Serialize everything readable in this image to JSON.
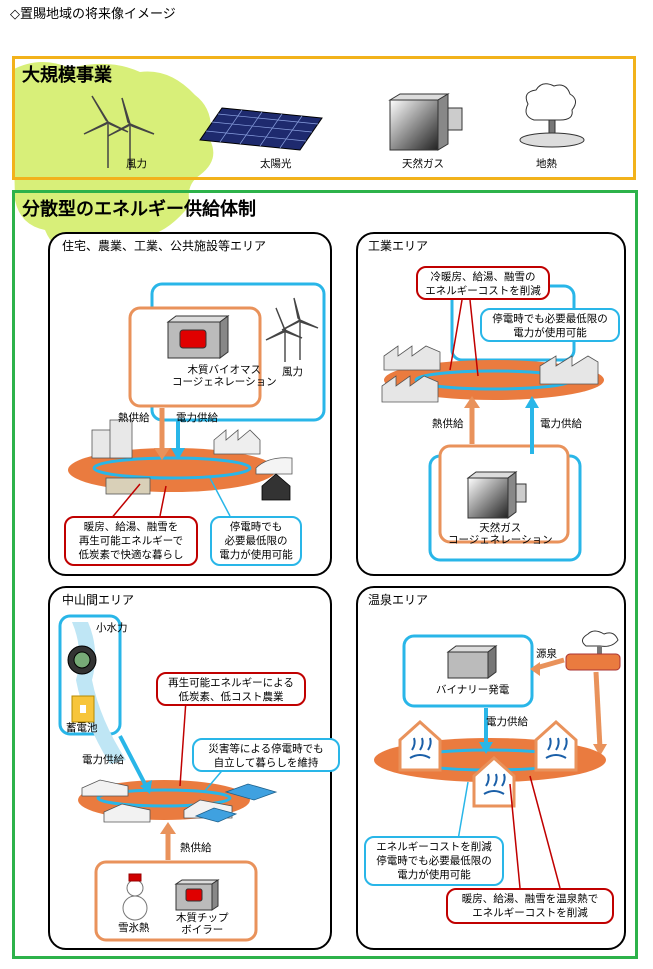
{
  "header": {
    "title": "◇置賜地域の将来像イメージ"
  },
  "large": {
    "heading": "大規模事業",
    "items": [
      "風力",
      "太陽光",
      "天然ガス",
      "地熱"
    ]
  },
  "dist": {
    "heading": "分散型のエネルギー供給体制"
  },
  "residential": {
    "title": "住宅、農業、工業、公共施設等エリア",
    "biomass": "木質バイオマス\nコージェネレーション",
    "wind": "風力",
    "heat": "熱供給",
    "power": "電力供給",
    "red_callout": "暖房、給湯、融雪を\n再生可能エネルギーで\n低炭素で快適な暮らし",
    "blue_callout": "停電時でも\n必要最低限の\n電力が使用可能"
  },
  "industrial": {
    "title": "工業エリア",
    "red_callout": "冷暖房、給湯、融雪の\nエネルギーコストを削減",
    "blue_callout": "停電時でも必要最低限の\n電力が使用可能",
    "heat": "熱供給",
    "power": "電力供給",
    "gas": "天然ガス\nコージェネレーション"
  },
  "mountain": {
    "title": "中山間エリア",
    "hydro": "小水力",
    "battery": "蓄電池",
    "red_callout": "再生可能エネルギーによる\n低炭素、低コスト農業",
    "blue_callout": "災害等による停電時でも\n自立して暮らしを維持",
    "power": "電力供給",
    "heat": "熱供給",
    "snow": "雪氷熱",
    "chip": "木質チップ\nボイラー"
  },
  "hotspring": {
    "title": "温泉エリア",
    "source": "源泉",
    "binary": "バイナリー発電",
    "power": "電力供給",
    "blue_callout": "エネルギーコストを削減\n停電時でも必要最低限の\n電力が使用可能",
    "red_callout": "暖房、給湯、融雪を温泉熱で\nエネルギーコストを削減"
  },
  "colors": {
    "orange": "#e9925b",
    "blue": "#29b6e8",
    "red": "#c00000",
    "gold": "#f2b21b",
    "green": "#2db24a",
    "blob": "#d8ef79"
  }
}
